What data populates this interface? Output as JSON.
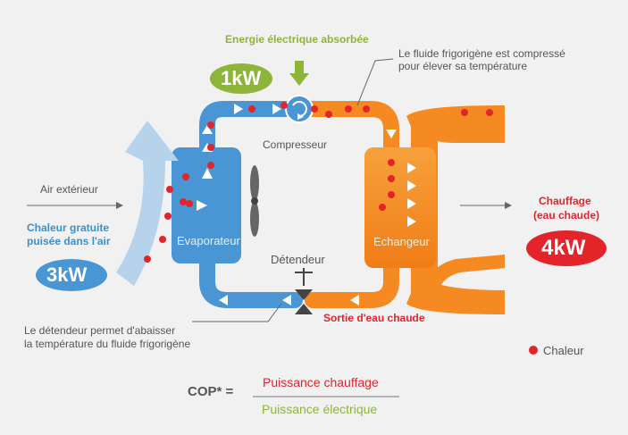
{
  "labels": {
    "electric_energy": "Energie électrique absorbée",
    "compressor_note_line1": "Le fluide frigorigène est compressé",
    "compressor_note_line2": "pour élever sa température",
    "compressor": "Compresseur",
    "outside_air": "Air extérieur",
    "free_heat_line1": "Chaleur gratuite",
    "free_heat_line2": "puisée dans l'air",
    "evaporator": "Evaporateur",
    "expansion_valve": "Détendeur",
    "exchanger": "Echangeur",
    "heating_line1": "Chauffage",
    "heating_line2": "(eau chaude)",
    "hot_water_out": "Sortie d'eau chaude",
    "valve_note_line1": "Le détendeur permet d'abaisser",
    "valve_note_line2": "la température du fluide frigorigène",
    "legend_heat": "Chaleur"
  },
  "values": {
    "electric_kw": "1kW",
    "free_heat_kw": "3kW",
    "heating_kw": "4kW"
  },
  "formula": {
    "lhs": "COP* =",
    "numerator": "Puissance chauffage",
    "denominator": "Puissance électrique"
  },
  "colors": {
    "blue": "#4a95d3",
    "light_blue": "#b7d3ec",
    "orange": "#f58a22",
    "green": "#8db53a",
    "red": "#e3242b",
    "heat_dot": "#e3242b"
  }
}
